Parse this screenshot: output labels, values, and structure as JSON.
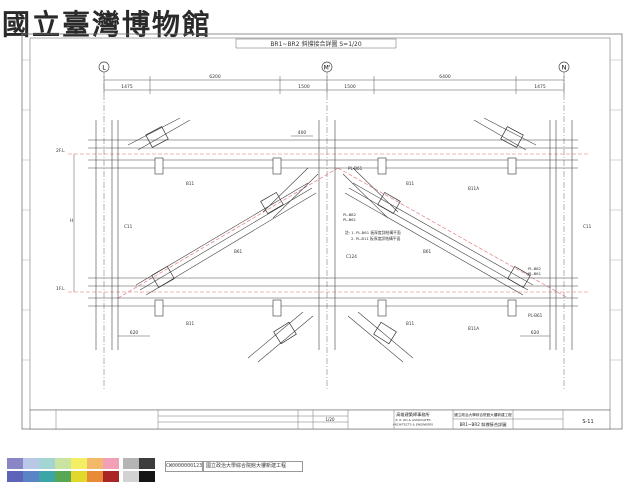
{
  "museum_title": "國立臺灣博物館",
  "drawing": {
    "title": "BR1~BR2 斜撐接合詳圖 S=1/20",
    "grid_labels": [
      "L",
      "M'",
      "N"
    ],
    "dim_top": [
      "1475",
      "6200",
      "1500",
      "1500",
      "6400",
      "1475"
    ],
    "dim_small": [
      "400",
      "620",
      "620"
    ],
    "level_labels": [
      "2F.L",
      "1F.L"
    ],
    "height_dim": "H",
    "member_labels": {
      "b11": "B11",
      "b11a": "B11A",
      "b61": "B61",
      "c11": "C11",
      "c124": "C124",
      "pl": "PL-B61"
    },
    "note_lines": [
      "PL-B82",
      "PL-B61"
    ],
    "notes": [
      "註: 1. PL-B61 板厚度詳結構平面",
      "2. PL-B11 板厚度詳結構平面"
    ]
  },
  "title_block": {
    "firm_cn": "高雄建築師事務所",
    "firm_en_1": "R. R. RO & ASSOCIATES",
    "firm_en_2": "ARCHITECTS & ENGINEERS",
    "project": "國立政治大學綜合院館大樓新建工程",
    "sheet_title": "BR1~BR2 斜撐接合詳圖",
    "sheet_no": "S-11",
    "scale": "1/20"
  },
  "strip": {
    "id": "CW0000000123",
    "label": "國立政治大學綜合院館大樓新建工程"
  },
  "colors": {
    "swatches": [
      "#8a86c6",
      "#b8c8e6",
      "#a3d6d2",
      "#c9e3a0",
      "#f4ee64",
      "#f3b96a",
      "#f2a0b8",
      "#d53c3e"
    ],
    "swatches_row2": [
      "#5d63b9",
      "#5a84c6",
      "#3ca6a6",
      "#59a754",
      "#e2d72b",
      "#e88a36",
      "#e26e96",
      "#aa2626"
    ],
    "grays": [
      "#b4b4b4",
      "#8c8c8c",
      "#3c3c3c"
    ],
    "grays_row2": [
      "#d2d2d2",
      "#7a7a7a",
      "#151515"
    ],
    "red_line": "#e06a6a"
  }
}
